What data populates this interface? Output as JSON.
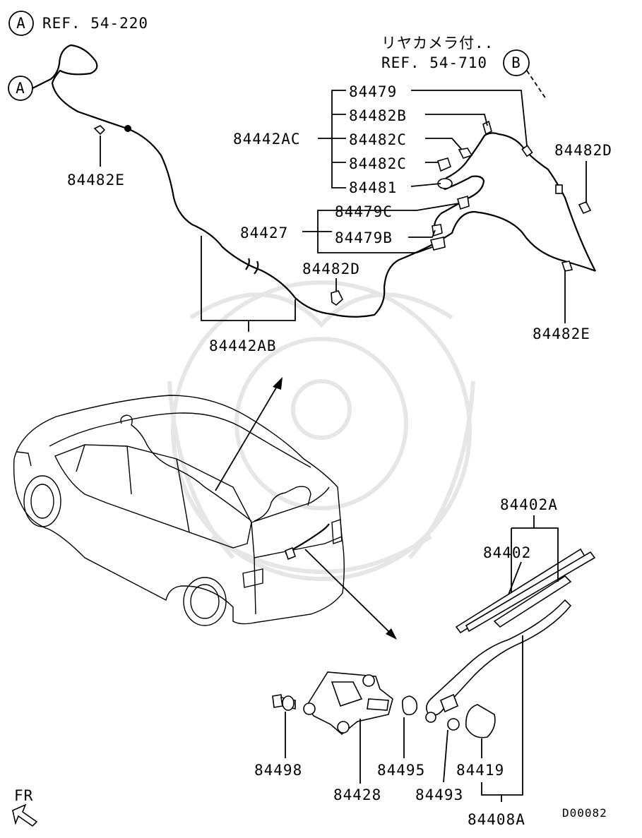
{
  "refs": {
    "a_marker": "A",
    "a_ref": "REF. 54-220",
    "camera_note": "リヤカメラ付..",
    "b_ref": "REF. 54-710",
    "b_marker": "B",
    "a_marker_hose": "A"
  },
  "labels": {
    "p84479": "84479",
    "p84482B": "84482B",
    "p84442AC": "84442AC",
    "p84482C_1": "84482C",
    "p84482C_2": "84482C",
    "p84481": "84481",
    "p84482D_right": "84482D",
    "p84482E_left": "84482E",
    "p84479C": "84479C",
    "p84427": "84427",
    "p84479B": "84479B",
    "p84482D_mid": "84482D",
    "p84482E_right": "84482E",
    "p84442AB": "84442AB",
    "p84402A": "84402A",
    "p84402": "84402",
    "p84498": "84498",
    "p84495": "84495",
    "p84419": "84419",
    "p84428": "84428",
    "p84493": "84493",
    "p84408A": "84408A"
  },
  "footer": {
    "direction": "FR",
    "diagram_code": "D00082"
  }
}
